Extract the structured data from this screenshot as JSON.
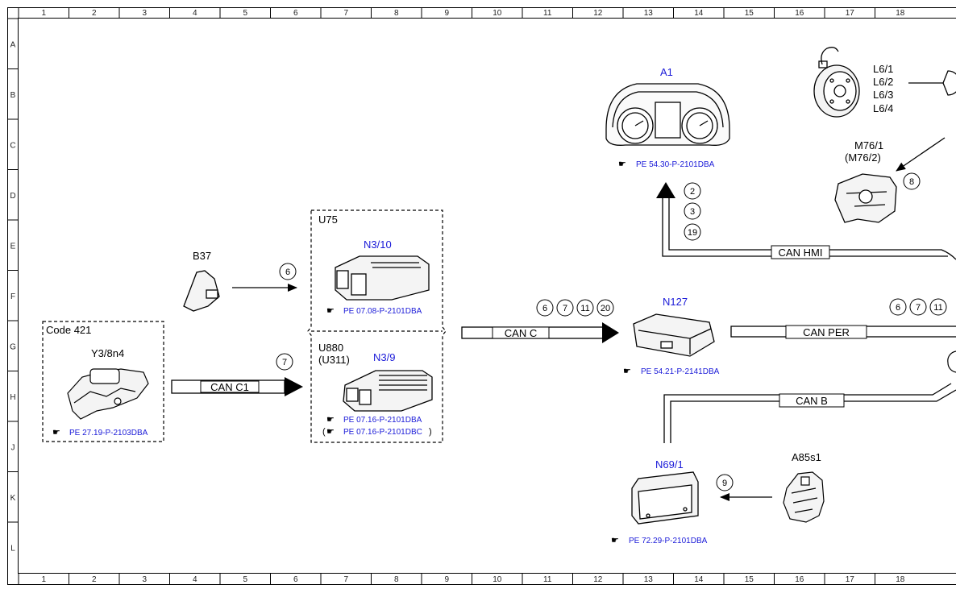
{
  "grid": {
    "columns": [
      "1",
      "2",
      "3",
      "4",
      "5",
      "6",
      "7",
      "8",
      "9",
      "10",
      "11",
      "12",
      "13",
      "14",
      "15",
      "16",
      "17",
      "18"
    ],
    "rows": [
      "A",
      "B",
      "C",
      "D",
      "E",
      "F",
      "G",
      "H",
      "J",
      "K",
      "L"
    ]
  },
  "groups": {
    "code421": "Code 421",
    "u75": "U75",
    "u880": "U880",
    "u311": "(U311)"
  },
  "components": {
    "a1": "A1",
    "l6_1": "L6/1",
    "l6_2": "L6/2",
    "l6_3": "L6/3",
    "l6_4": "L6/4",
    "m76_1": "M76/1",
    "m76_2": "(M76/2)",
    "b37": "B37",
    "n3_10": "N3/10",
    "n3_9": "N3/9",
    "y3_8n4": "Y3/8n4",
    "n127": "N127",
    "n69_1": "N69/1",
    "a85s1": "A85s1"
  },
  "references": {
    "a1": "PE 54.30-P-2101DBA",
    "n3_10": "PE 07.08-P-2101DBA",
    "n3_9a": "PE 07.16-P-2101DBA",
    "n3_9b": "PE 07.16-P-2101DBC",
    "y3_8n4": "PE 27.19-P-2103DBA",
    "n127": "PE 54.21-P-2141DBA",
    "n69_1": "PE 72.29-P-2101DBA"
  },
  "buses": {
    "can_hmi": "CAN HMI",
    "can_c": "CAN C",
    "can_c1": "CAN C1",
    "can_per": "CAN PER",
    "can_b": "CAN B"
  },
  "signals": {
    "b37": "6",
    "can_c1": "7",
    "a1_1": "2",
    "a1_2": "3",
    "a1_3": "19",
    "m76": "8",
    "can_c_1": "6",
    "can_c_2": "7",
    "can_c_3": "11",
    "can_c_4": "20",
    "can_per_1": "6",
    "can_per_2": "7",
    "can_per_3": "11",
    "a85s1": "9"
  }
}
